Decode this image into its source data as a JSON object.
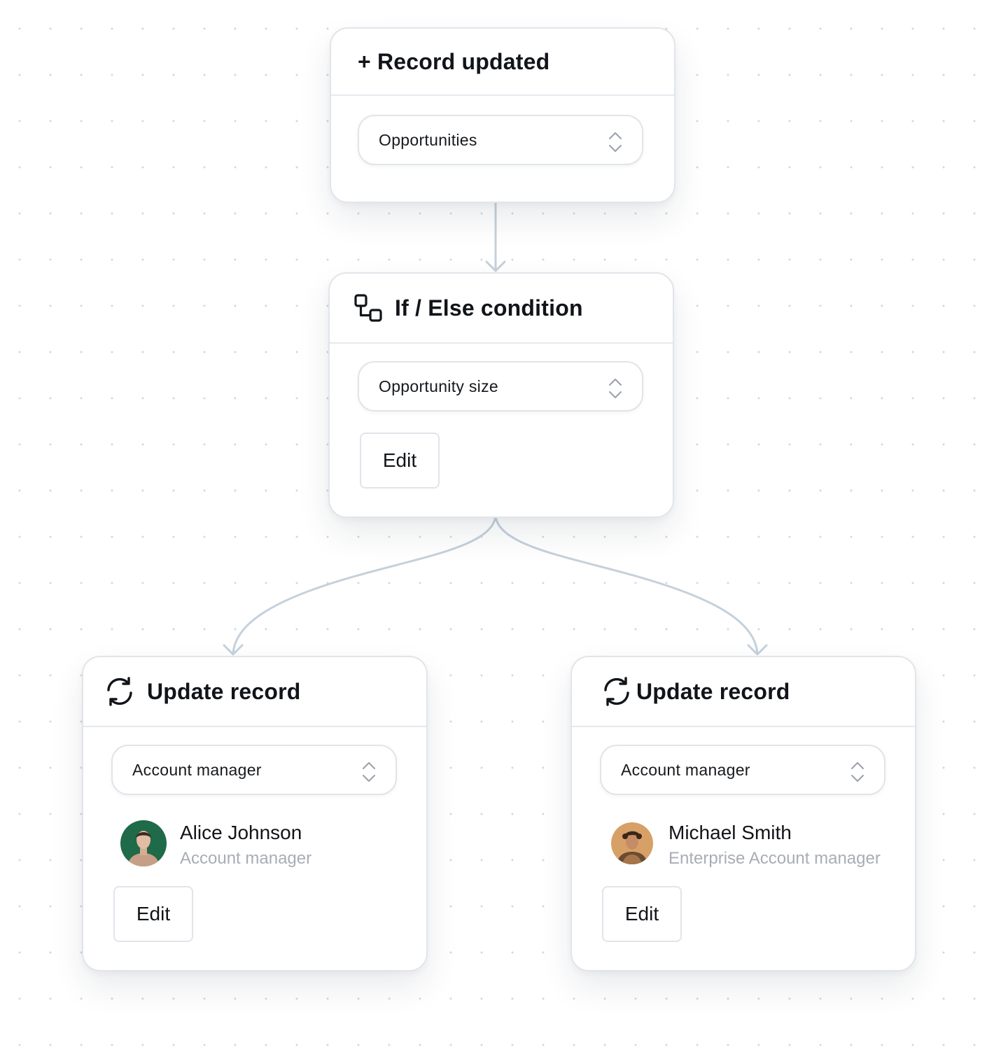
{
  "trigger": {
    "title": "+ Record updated",
    "select_value": "Opportunities"
  },
  "condition": {
    "title": "If / Else condition",
    "select_value": "Opportunity size",
    "edit_label": "Edit"
  },
  "branches": [
    {
      "title": "Update record",
      "select_value": "Account manager",
      "person_name": "Alice Johnson",
      "person_role": "Account manager",
      "edit_label": "Edit"
    },
    {
      "title": "Update record",
      "select_value": "Account manager",
      "person_name": "Michael Smith",
      "person_role": "Enterprise Account manager",
      "edit_label": "Edit"
    }
  ],
  "colors": {
    "connector": "#c5d1dc",
    "card_border": "#e1e5ea",
    "secondary_text": "#a8adb5"
  },
  "icons": {
    "condition": "branch-squares-icon",
    "update": "refresh-icon",
    "select": "chevron-up-down-icon"
  }
}
